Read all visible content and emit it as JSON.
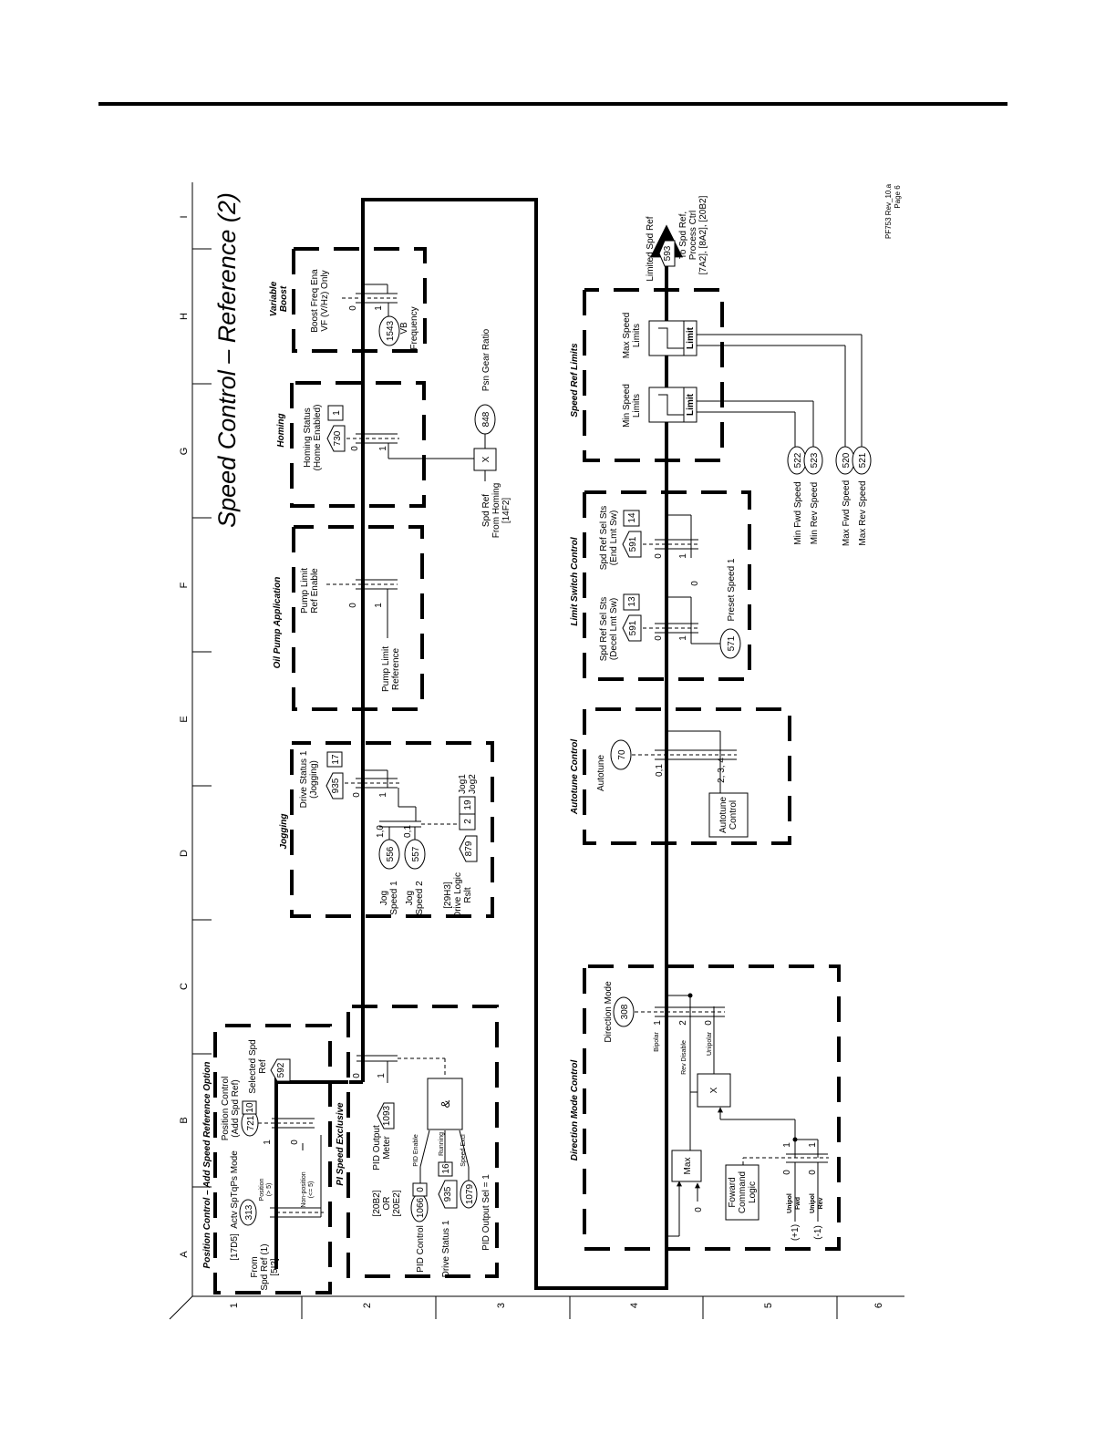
{
  "diagram": {
    "title": "Speed Control – Reference (2)",
    "page_ref": {
      "rev": "PF753 Rev_10.a",
      "page": "Page 6"
    },
    "grid": {
      "columns": [
        "A",
        "B",
        "C",
        "D",
        "E",
        "F",
        "G",
        "H",
        "I"
      ],
      "rows": [
        "1",
        "2",
        "3",
        "4",
        "5",
        "6"
      ]
    },
    "position_control": {
      "title": "Position Control – Add Speed Reference Option",
      "from_lines": [
        "From",
        "Spd Ref (1)",
        "[5I2]"
      ],
      "mode_ref": "[17D5]",
      "mode_label": "Actv SpTqPs Mode",
      "mode_param": "313",
      "position_lines": [
        "Position",
        "(> 5)"
      ],
      "nonposition_lines": [
        "Non-position",
        "(<= 5)"
      ],
      "pc_label_lines": [
        "Position Control",
        "(Add Spd Ref)"
      ],
      "pc_param": "721",
      "pc_bit": "10",
      "sel_label_lines": [
        "Selected Spd",
        "Ref"
      ],
      "sel_param": "592",
      "sw_top": "1",
      "sw_bot": "0"
    },
    "pi_speed": {
      "title": "PI Speed Exclusive",
      "meter_lines": [
        "PID Output",
        "Meter"
      ],
      "meter_param": "1093",
      "ref_lines": [
        "[20B2]",
        "OR",
        "[20E2]"
      ],
      "pid_ctrl_label": "PID Control",
      "pid_ctrl_param": "1066",
      "pid_ctrl_bit": "0",
      "pid_enable": "PID Enable",
      "drv_status_label": "Drive Status 1",
      "drv_status_param": "935",
      "drv_status_bit": "16",
      "running": "Running",
      "out_sel_param": "1079",
      "speed_excl": "Speed Excl",
      "out_sel_label": "PID Output Sel = 1",
      "and_gate": "&",
      "sw_a": "0",
      "sw_b": "1"
    },
    "jogging": {
      "title": "Jogging",
      "status_lines": [
        "Drive Status 1",
        "(Jogging)"
      ],
      "status_param": "935",
      "status_bit": "17",
      "jog1_lines": [
        "Jog",
        "Speed 1"
      ],
      "jog1_param": "556",
      "jog2_lines": [
        "Jog",
        "Speed 2"
      ],
      "jog2_param": "557",
      "logic_lines": [
        "[29H3]",
        "Drive Logic",
        "Rslt"
      ],
      "logic_param": "879",
      "logic_bits": [
        "2",
        "19"
      ],
      "jog_labels": [
        "Jog1",
        "Jog2"
      ],
      "sw_labels": [
        "0",
        "1",
        "1,0",
        "0,1"
      ]
    },
    "oil_pump": {
      "title": "Oil Pump Application",
      "enable_lines": [
        "Pump Limit",
        "Ref Enable"
      ],
      "ref_lines": [
        "Pump Limit",
        "Reference"
      ],
      "sw_labels": [
        "0",
        "1"
      ]
    },
    "homing": {
      "title": "Homing",
      "status_lines": [
        "Homing Status",
        "(Home Enabled)"
      ],
      "status_param": "730",
      "status_bit": "1",
      "mult": "X",
      "ratio_param": "848",
      "ratio_label": "Psn Gear Ratio",
      "from_lines": [
        "Spd Ref",
        "From Homing",
        "[14F2]"
      ],
      "sw_labels": [
        "0",
        "1"
      ]
    },
    "variable_boost": {
      "title_lines": [
        "Variable",
        "Boost"
      ],
      "ena_lines": [
        "Boost Freq Ena",
        "VF (V/Hz) Only"
      ],
      "vb_param": "1543",
      "vb_lines": [
        "VB",
        "Frequency"
      ],
      "sw_labels": [
        "0",
        "1"
      ]
    },
    "direction_mode": {
      "title": "Direction Mode Control",
      "mode_label": "Direction Mode",
      "mode_param": "308",
      "bipolar": "Bipolar",
      "rev_disable": "Rev Disable",
      "unipolar": "Unipolar",
      "pos_nums": [
        "1",
        "2",
        "0"
      ],
      "max_label": "Max",
      "zero": "0",
      "mult": "X",
      "fwd_logic_lines": [
        "Foward",
        "Command",
        "Logic"
      ],
      "unipol_fwd_lines": [
        "Unipol",
        "Fwd"
      ],
      "unipol_rev_lines": [
        "Unipol",
        "Rev"
      ],
      "plus_one": "(+1)",
      "minus_one": "(-1)",
      "sw_labels": [
        "1",
        "0",
        "1",
        "0"
      ]
    },
    "autotune": {
      "title": "Autotune Control",
      "label": "Autotune",
      "param": "70",
      "sw01": "0,1",
      "sw234": "2, 3, 4",
      "ctrl_lines": [
        "Autotune",
        "Control"
      ]
    },
    "limit_switch": {
      "title": "Limit Switch Control",
      "decel_lines": [
        "Spd Ref Sel Sts",
        "(Decel Lmt Sw)"
      ],
      "decel_param": "591",
      "decel_bit": "13",
      "end_lines": [
        "Spd Ref Sel Sts",
        "(End Lmt Sw)"
      ],
      "end_param": "591",
      "end_bit": "14",
      "preset_param": "571",
      "preset_label": "Preset Speed 1",
      "sw_labels": [
        "0",
        "1",
        "0",
        "1",
        "0"
      ]
    },
    "speed_ref_limits": {
      "title": "Speed Ref Limits",
      "min_lines": [
        "Min Speed",
        "Limits"
      ],
      "max_lines": [
        "Max Speed",
        "Limits"
      ],
      "limit": "Limit",
      "limited_label": "Limited Spd Ref",
      "limited_param": "593",
      "to_lines": [
        "To Spd Ref,",
        "Process Ctrl",
        "[7A2], [8A2], [20B2]"
      ],
      "params": [
        {
          "label": "Min Fwd Speed",
          "param": "522"
        },
        {
          "label": "Min Rev Speed",
          "param": "523"
        },
        {
          "label": "Max Fwd Speed",
          "param": "520"
        },
        {
          "label": "Max Rev Speed",
          "param": "521"
        }
      ]
    }
  }
}
